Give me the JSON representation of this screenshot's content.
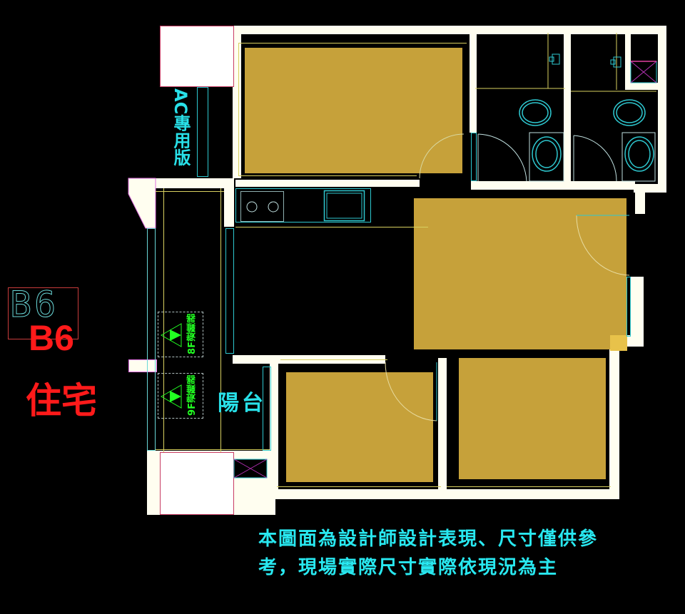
{
  "unit": {
    "outline_code": "B6",
    "code": "B6",
    "type": "住宅"
  },
  "labels": {
    "ac_panel": "AC專用版",
    "balcony": "陽台",
    "exit_8f": "8F避難器",
    "exit_9f": "9F避難器"
  },
  "disclaimer": {
    "line1": "本圖面為設計師設計表現、尺寸僅供參",
    "line2": "考，現場實際尺寸實際依現況為主"
  },
  "rooms": [
    {
      "id": "room-top-left",
      "fill": "#c6a13a"
    },
    {
      "id": "room-living",
      "fill": "#c6a13a"
    },
    {
      "id": "room-bottom-middle",
      "fill": "#c6a13a"
    },
    {
      "id": "room-bottom-right",
      "fill": "#c6a13a"
    },
    {
      "id": "bathroom-1",
      "fixtures": [
        "toilet",
        "sink",
        "faucet"
      ]
    },
    {
      "id": "bathroom-2",
      "fixtures": [
        "toilet",
        "sink",
        "faucet"
      ]
    },
    {
      "id": "kitchen",
      "fixtures": [
        "two-burner-stove",
        "sink"
      ]
    }
  ],
  "colors": {
    "background": "#000000",
    "wall": "#fffef0",
    "room_fill": "#c6a13a",
    "dimension_line": "#d8d060",
    "fixture_line": "#2ec8d0",
    "label_red": "#ff1a1a",
    "label_cyan": "#28e8f0",
    "label_green": "#22ff22"
  }
}
